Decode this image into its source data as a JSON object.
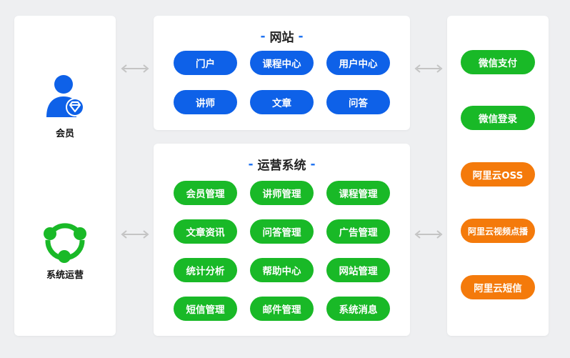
{
  "colors": {
    "blue": "#0e61e8",
    "green": "#19b927",
    "orange": "#f47a0b",
    "accent_dash": "#1a6ff0"
  },
  "actors": {
    "member": {
      "label": "会员",
      "icon": "member-user-icon"
    },
    "operations": {
      "label": "系统运营",
      "icon": "operations-cycle-icon"
    }
  },
  "website": {
    "title": "网站",
    "title_dash": "-",
    "items": [
      "门户",
      "课程中心",
      "用户中心",
      "讲师",
      "文章",
      "问答"
    ]
  },
  "operations_system": {
    "title": "运营系统",
    "title_dash": "-",
    "items": [
      "会员管理",
      "讲师管理",
      "课程管理",
      "文章资讯",
      "问答管理",
      "广告管理",
      "统计分析",
      "帮助中心",
      "网站管理",
      "短信管理",
      "邮件管理",
      "系统消息"
    ]
  },
  "services": {
    "items": [
      {
        "label": "微信支付",
        "color": "green"
      },
      {
        "label": "微信登录",
        "color": "green"
      },
      {
        "label": "阿里云OSS",
        "color": "orange"
      },
      {
        "label": "阿里云视频点播",
        "color": "orange"
      },
      {
        "label": "阿里云短信",
        "color": "orange"
      }
    ]
  }
}
